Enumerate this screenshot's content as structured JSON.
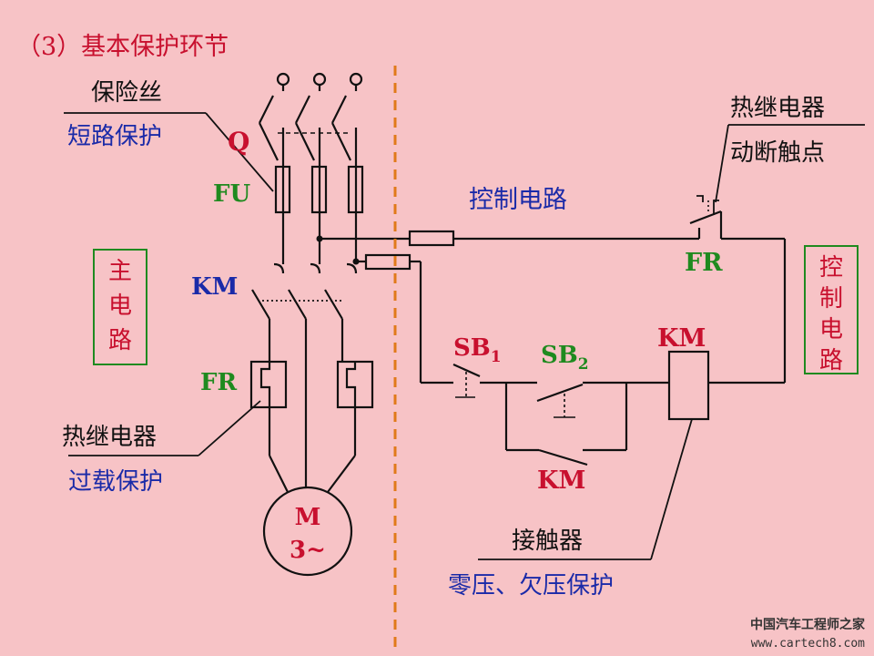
{
  "title": "（3）基本保护环节",
  "colors": {
    "background": "#f7c3c6",
    "line": "#111111",
    "red": "#c8102e",
    "green": "#1f8a1f",
    "blue": "#1a2aa8",
    "divider": "#e07a1a"
  },
  "main_circuit": {
    "fuse_label": "保险丝",
    "fuse_purpose": "短路保护",
    "switch": "Q",
    "fuse": "FU",
    "contactor": "KM",
    "thermal": "FR",
    "relay_label": "热继电器",
    "relay_purpose": "过载保护",
    "motor_top": "M",
    "motor_bottom": "3~",
    "box_label": [
      "主",
      "电",
      "路"
    ]
  },
  "control_circuit": {
    "title": "控制电路",
    "relay_label": "热继电器",
    "relay_contact": "动断触点",
    "fr": "FR",
    "sb1": "SB",
    "sb1_sub": "1",
    "sb2": "SB",
    "sb2_sub": "2",
    "coil": "KM",
    "aux_contact": "KM",
    "contactor_label": "接触器",
    "contactor_purpose": "零压、欠压保护",
    "box_label": [
      "控",
      "制",
      "电",
      "路"
    ]
  },
  "watermark": {
    "name": "中国汽车工程师之家",
    "url": "www.cartech8.com"
  }
}
